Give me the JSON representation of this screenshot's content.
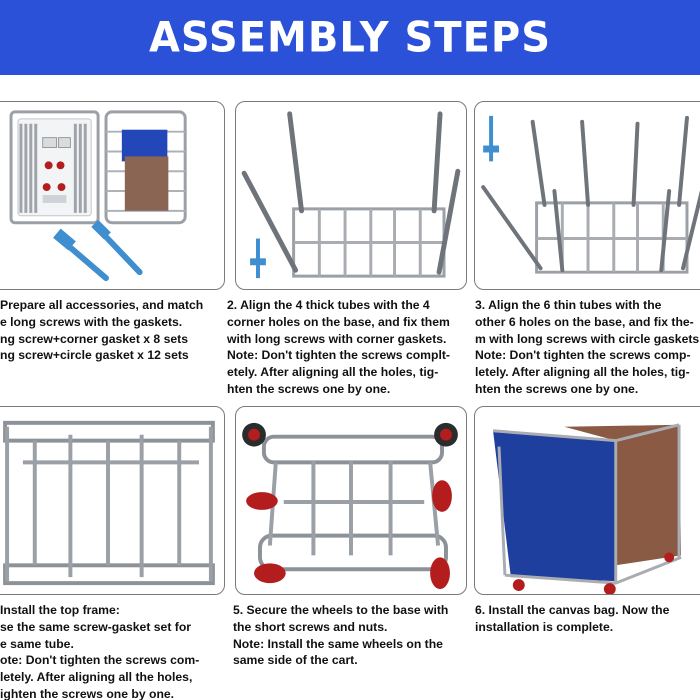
{
  "header": {
    "title": "ASSEMBLY STEPS",
    "background": "#2b51d8",
    "text_color": "#ffffff"
  },
  "steps": [
    {
      "lines": [
        "Prepare all accessories, and match",
        "e long screws with the gaskets.",
        "ng screw+corner gasket x 8 sets",
        "ng screw+circle gasket x 12 sets"
      ]
    },
    {
      "lines": [
        "2. Align the 4 thick tubes with the 4",
        "corner holes on the base, and fix them",
        "with long screws with corner gaskets.",
        "Note: Don't tighten the screws complt-",
        "etely. After aligning all the holes, tig-",
        "hten the screws one by one."
      ]
    },
    {
      "lines": [
        "3. Align the 6 thin tubes with the",
        "other 6 holes on the base, and fix the-",
        "m with long screws with circle gaskets",
        "Note: Don't tighten the screws comp-",
        "letely. After aligning all the holes, tig-",
        "hten the screws one by one."
      ]
    },
    {
      "lines": [
        "Install the top frame:",
        "se the same screw-gasket set for",
        "e same tube.",
        "ote: Don't tighten the screws com-",
        "letely. After aligning all the holes,",
        "ighten the screws one by one."
      ]
    },
    {
      "lines": [
        "5. Secure the wheels to the base with",
        "the short screws and nuts.",
        "Note: Install the same wheels on the",
        "same side of the cart."
      ]
    },
    {
      "lines": [
        "6. Install the canvas bag. Now the",
        "installation is complete."
      ]
    }
  ],
  "colors": {
    "steel": "#a9adb2",
    "steel_dark": "#6f747a",
    "screw_blue": "#3f8fd0",
    "bag_blue": "#1f3f9e",
    "bag_brown": "#8a5a44",
    "wheel_red": "#b41d1d"
  }
}
